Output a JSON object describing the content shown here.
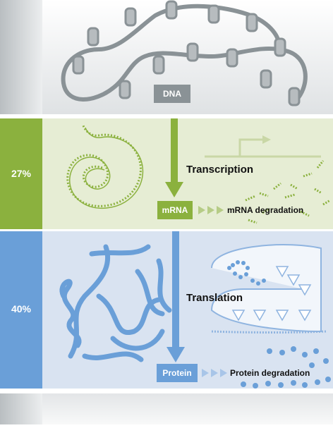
{
  "dna": {
    "label": "DNA"
  },
  "rna_band": {
    "percent": "27%",
    "process_label": "Transcription",
    "product_label": "mRNA",
    "degradation_label": "mRNA degradation"
  },
  "protein_band": {
    "percent": "40%",
    "process_label": "Translation",
    "product_label": "Protein",
    "degradation_label": "Protein degradation"
  },
  "colors": {
    "green": "#8bb13e",
    "green_light": "#e6edd4",
    "blue": "#6a9fd8",
    "blue_light": "#d9e3f1",
    "gray": "#8a9296",
    "gray_light": "#e5e7e9"
  }
}
